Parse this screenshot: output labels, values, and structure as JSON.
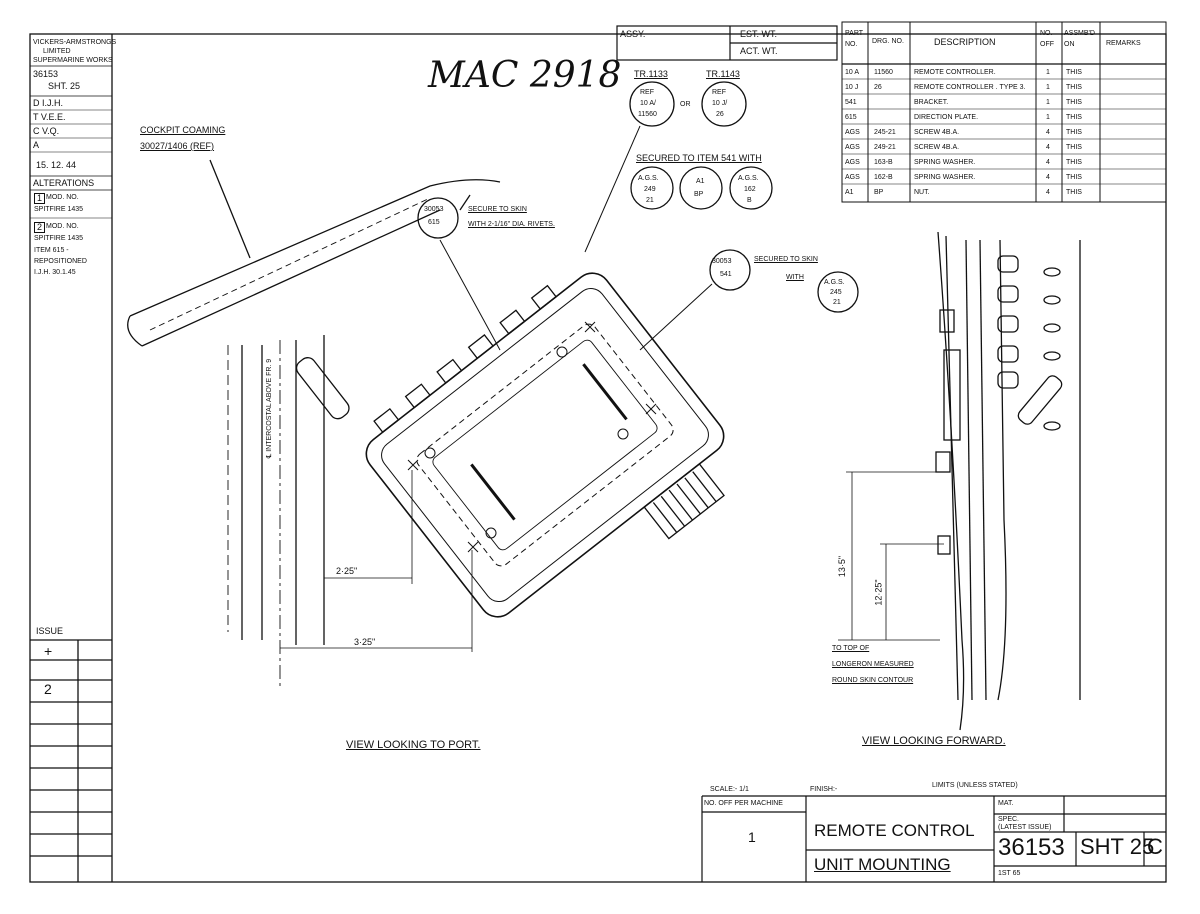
{
  "handwritten_ref": "MAC 2918",
  "left_block": {
    "company": [
      "VICKERS-ARMSTRONGS",
      "LIMITED",
      "SUPERMARINE WORKS"
    ],
    "drawing_no": "36153",
    "sheet": "SHT. 25",
    "d": "D  I.J.H.",
    "t": "T  V.E.E.",
    "c": "C  V.Q.",
    "a": "A",
    "date": "15. 12. 44",
    "alterations_title": "ALTERATIONS",
    "alt1_num": "1",
    "alt1_lines": [
      "MOD. No.",
      "SPITFIRE 1435"
    ],
    "alt2_num": "2",
    "alt2_lines": [
      "MOD. No.",
      "SPITFIRE 1435",
      "ITEM 615 -",
      "REPOSITIONED",
      "I.J.H. 30.1.45"
    ],
    "issue_title": "ISSUE",
    "issues": [
      "+",
      "2"
    ]
  },
  "assy_box": {
    "assy": "ASSY.",
    "est_wt": "EST. WT.",
    "act_wt": "ACT. WT."
  },
  "parts_table": {
    "headers": {
      "part_no": "PART NO.",
      "drg_no": "DRG. NO.",
      "description": "DESCRIPTION",
      "no_off": "NO. OFF",
      "assmbd_on": "ASSMB'D ON",
      "remarks": "REMARKS"
    },
    "rows": [
      {
        "part": "10 A",
        "drg": "11560",
        "desc": "REMOTE CONTROLLER.",
        "off": "1",
        "on": "THIS"
      },
      {
        "part": "10 J",
        "drg": "26",
        "desc": "REMOTE CONTROLLER . TYPE 3.",
        "off": "1",
        "on": "THIS"
      },
      {
        "part": "541",
        "drg": "",
        "desc": "BRACKET.",
        "off": "1",
        "on": "THIS"
      },
      {
        "part": "615",
        "drg": "",
        "desc": "DIRECTION PLATE.",
        "off": "1",
        "on": "THIS"
      },
      {
        "part": "AGS",
        "drg": "245-21",
        "desc": "SCREW 4B.A.",
        "off": "4",
        "on": "THIS"
      },
      {
        "part": "AGS",
        "drg": "249-21",
        "desc": "SCREW 4B.A.",
        "off": "4",
        "on": "THIS"
      },
      {
        "part": "AGS",
        "drg": "163-B",
        "desc": "SPRING WASHER.",
        "off": "4",
        "on": "THIS"
      },
      {
        "part": "AGS",
        "drg": "162-B",
        "desc": "SPRING WASHER.",
        "off": "4",
        "on": "THIS"
      },
      {
        "part": "A1",
        "drg": "BP",
        "desc": "NUT.",
        "off": "4",
        "on": "THIS"
      }
    ]
  },
  "annotations": {
    "tr1133": "TR.1133",
    "tr1143": "TR.1143",
    "ref1": [
      "REF",
      "10 A/",
      "11560"
    ],
    "or": "OR",
    "ref2": [
      "REF",
      "10 J/",
      "26"
    ],
    "secured_541": "SECURED TO ITEM 541 WITH",
    "ags249": [
      "A.G.S.",
      "249",
      "21"
    ],
    "a1bp": [
      "A1",
      "BP"
    ],
    "ags162": [
      "A.G.S.",
      "162",
      "B"
    ],
    "cockpit_coaming": "COCKPIT COAMING",
    "cockpit_ref": "30027/1406 (REF)",
    "b615": [
      "30053",
      "615"
    ],
    "secure_skin": "SECURE TO SKIN",
    "rivets": "WITH 2-1/16\" DIA. RIVETS.",
    "b541": [
      "30053",
      "541"
    ],
    "secured_skin": "SECURED TO SKIN",
    "with": "WITH",
    "ags245": [
      "A.G.S.",
      "245",
      "21"
    ],
    "intercostal": "℄ INTERCOSTAL ABOVE FR. 9",
    "dim_225": "2·25\"",
    "dim_325": "3·25\"",
    "dim_135": "13·5\"",
    "dim_1225": "12·25\"",
    "to_top": [
      "TO TOP OF",
      "LONGERON MEASURED",
      "ROUND SKIN CONTOUR"
    ],
    "view_port": "VIEW LOOKING TO PORT.",
    "view_fwd": "VIEW LOOKING FORWARD."
  },
  "title_block": {
    "scale": "SCALE:- 1/1",
    "finish": "FINISH:-",
    "limits": "LIMITS (UNLESS STATED)",
    "no_off": "NO. OFF PER MACHINE",
    "qty": "1",
    "title1": "REMOTE CONTROL",
    "title2": "UNIT MOUNTING",
    "mat": "MAT.",
    "spec": [
      "SPEC.",
      "(LATEST ISSUE)"
    ],
    "drawing_no": "36153",
    "sheet": "SHT 25",
    "size": "C",
    "issue_note": "1st 65"
  }
}
